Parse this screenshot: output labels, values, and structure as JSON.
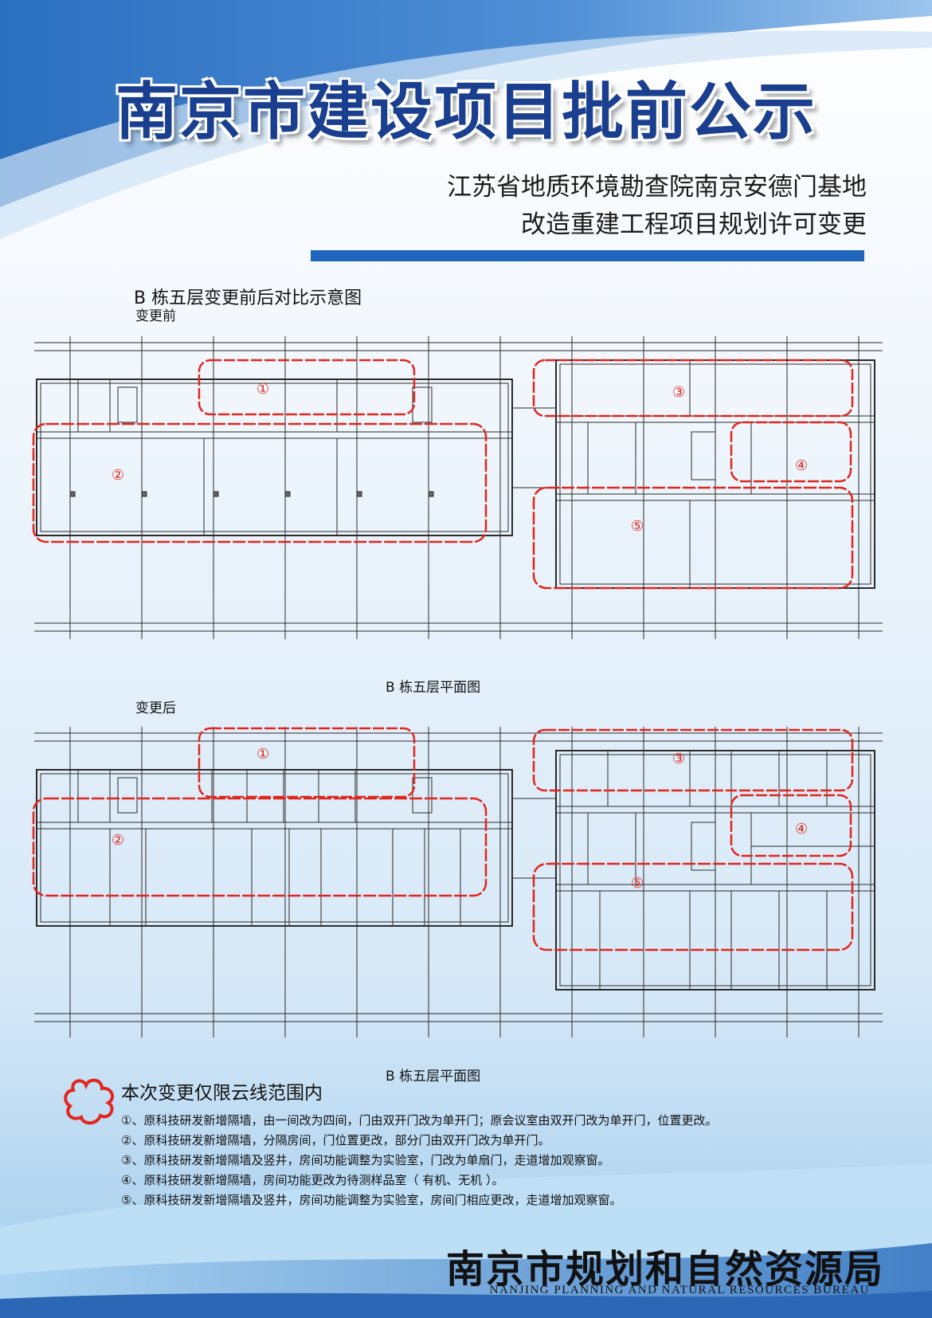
{
  "header": {
    "title": "南京市建设项目批前公示",
    "subtitle_line1": "江苏省地质环境勘查院南京安德门基地",
    "subtitle_line2": "改造重建工程项目规划许可变更"
  },
  "drawing": {
    "heading": "B 栋五层变更前后对比示意图",
    "before_label": "变更前",
    "after_label": "变更后",
    "before_caption": "B 栋五层平面图",
    "after_caption": "B 栋五层平面图",
    "zone_markers": [
      "①",
      "②",
      "③",
      "④",
      "⑤"
    ]
  },
  "notes": {
    "title": "本次变更仅限云线范围内",
    "items": [
      "①、原科技研发新增隔墙，由一间改为四间，门由双开门改为单开门；原会议室由双开门改为单开门，位置更改。",
      "②、原科技研发新增隔墙，分隔房间，门位置更改，部分门由双开门改为单开门。",
      "③、原科技研发新增隔墙及竖井，房间功能调整为实验室，门改为单扇门，走道增加观察窗。",
      "④、原科技研发新增隔墙，房间功能更改为待测样品室（ 有机、无机 ）。",
      "⑤、原科技研发新增隔墙及竖井，房间功能调整为实验室，房间门相应更改，走道增加观察窗。"
    ]
  },
  "footer": {
    "org_cn": "南京市规划和自然资源局",
    "org_en": "NANJING PLANNING AND NATURAL RESOURCES BUREAU"
  },
  "colors": {
    "title_blue": "#1a3f8f",
    "accent_bar": "#1f66bc",
    "cloud_red": "#e0261d",
    "plan_line": "#2a2a2a"
  }
}
